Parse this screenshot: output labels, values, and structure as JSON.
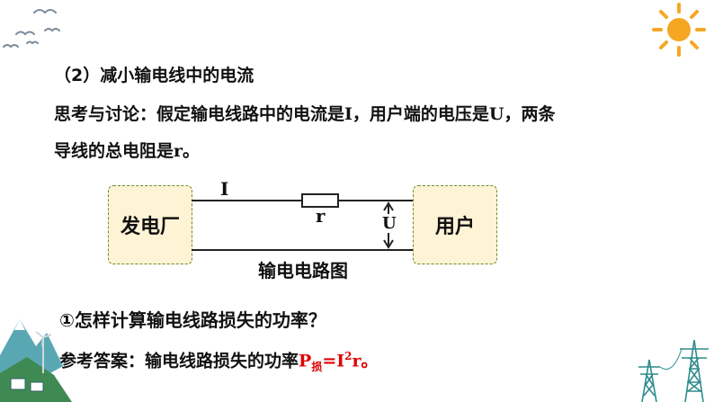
{
  "heading": "（2）减小输电线中的电流",
  "discussion": {
    "line1": "思考与讨论：假定输电线路中的电流是",
    "current_symbol": "I",
    "line1_mid": "，用户端的电压是",
    "voltage_symbol": "U",
    "line1_end": "，两条",
    "line2_start": "导线的总电阻是",
    "resistance_symbol": "r",
    "line2_end": "。"
  },
  "circuit": {
    "source_label": "发电厂",
    "user_label": "用户",
    "current_label": "I",
    "resistor_label": "r",
    "voltage_label": "U",
    "caption": "输电电路图"
  },
  "question": "①怎样计算输电线路损失的功率？",
  "answer": {
    "prefix": "参考答案：输电线路损失的功率",
    "P": "P",
    "P_sub": "损",
    "eq": "=I",
    "sup": "2",
    "r": "r",
    "end": "。"
  },
  "colors": {
    "box_fill": "#fff3d6",
    "box_border": "#6b8e23",
    "formula": "#e00000",
    "sun": "#f5a623",
    "tower": "#2e8b8b"
  }
}
